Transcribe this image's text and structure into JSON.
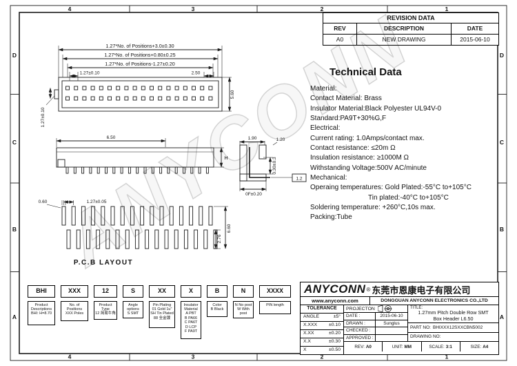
{
  "frame": {
    "zones_top": [
      "4",
      "3",
      "2",
      "1"
    ],
    "zones_bottom": [
      "4",
      "3",
      "2",
      "1"
    ],
    "zones_left": [
      "D",
      "C",
      "B",
      "A"
    ],
    "zones_right": [
      "D",
      "C",
      "B",
      "A"
    ]
  },
  "watermark": "ANYCONN",
  "revision_table": {
    "title": "REVISION DATA",
    "col_rev": "REV",
    "col_description": "DESCRIPTION",
    "col_date": "DATE",
    "row": {
      "rev": "A0",
      "description": "NEW DRAWING",
      "date": "2015-06-10"
    }
  },
  "technical": {
    "title": "Technical Data",
    "lines": [
      "Material:",
      "Contact Material: Brass",
      "Insulator Material:Black Polyester UL94V-0",
      "Standard:PA9T+30%G,F",
      "Electrical:",
      "Current rating: 1.0Amps/contact max.",
      "Contact resistance: ≤20m Ω",
      "Insulation resistance: ≥1000M Ω",
      "Withstanding Voltage:500V AC/minute",
      "Mechanical:",
      "Operaing temperatures: Gold Plated:-55°C to+105°C",
      "Tin plated:-40°C to+105°C",
      "Soldering temperature: +260°C,10s max.",
      "Packing:Tube"
    ]
  },
  "drawings": {
    "top_view": {
      "pins_per_row": 18,
      "dim_total": "1.27*No. of Positions+3.0±0.30",
      "dim_mid": "1.27*No. of Positions+0.80±0.25",
      "dim_inner": "1.27*No. of Positions-1.27±0.20",
      "dim_pitch": "1.27±0.10",
      "dim_end": "2.50",
      "dim_height": "5.60",
      "dim_row": "1.27±0.10"
    },
    "side_view": {
      "teeth": 19,
      "dim_length": "6.50",
      "dim_h": "H"
    },
    "section_view": {
      "dim_top": "1.90",
      "dim_top2": "1.20",
      "dim_side": "0.30±0.3",
      "dim_bottom": "0F±0.20",
      "dim_boxed": "1.2"
    },
    "pcb": {
      "pads_per_row": 16,
      "label": "P.C.B  LAYOUT",
      "dim_pad_w": "0.60",
      "dim_pitch": "1.27±0.05",
      "dim_row_gap": "2.76",
      "dim_span": "6.60"
    }
  },
  "ordering": {
    "codes": [
      "BHI",
      "XXX",
      "12",
      "S",
      "XX",
      "X",
      "B",
      "N",
      "XXXX"
    ],
    "descriptions": [
      "Product\nDescriptions\nBHI: H=8.70",
      "No. of Positions\nXXX Poles",
      "Product Type\n12 简易牛角",
      "Angle options\nS  SMT",
      "Pin Plating\n01 Gold 1u\"\nSH Tin Plated\n88 全金镀",
      "Insulator\nMaterial\nA  PBT\nB  PA66\nC  PA6T\nD  LCP\nF  PA9T",
      "Color\nB  Black",
      "N  No post\nW  With post",
      "PIN length"
    ]
  },
  "company": {
    "logo": "ANYCONN",
    "reg": "®",
    "name_cn": "东莞市恩康电子有限公司",
    "website": "www.anyconn.com",
    "name_en": "DONGGUAN ANYCONN ELECTRONICS CO.,LTD"
  },
  "title_block": {
    "tolerance_title": "TOLERANCE",
    "tolerances": [
      {
        "label": "ANGLE",
        "value": "±5°"
      },
      {
        "label": "X.XXX",
        "value": "±0.10"
      },
      {
        "label": "X.XX",
        "value": "±0.20"
      },
      {
        "label": "X.X",
        "value": "±0.30"
      },
      {
        "label": "X",
        "value": "±0.50"
      }
    ],
    "projection_label": "PROJECTON",
    "date_label": "DATE :",
    "date_value": "2015-06-10",
    "drawn_label": "DRAWN :",
    "drawn_value": "Sunglus",
    "checked_label": "CHECKED :",
    "checked_value": "",
    "approved_label": "APPROVED :",
    "approved_value": "",
    "title_label": "TITLE:",
    "title_line1": "1.27mm Pitch Double Row SMT",
    "title_line2": "Box Header L6.50",
    "part_no_label": "PART NO:",
    "part_no_value": "BHIXXX12SXXCBN5002",
    "drawing_no_label": "DRAWING NO:",
    "rev_label": "REV:",
    "rev_value": "A0",
    "unit_label": "UNIT:",
    "unit_value": "MM",
    "scale_label": "SCALE:",
    "scale_value": "3:1",
    "size_label": "SIZE:",
    "size_value": "A4"
  }
}
